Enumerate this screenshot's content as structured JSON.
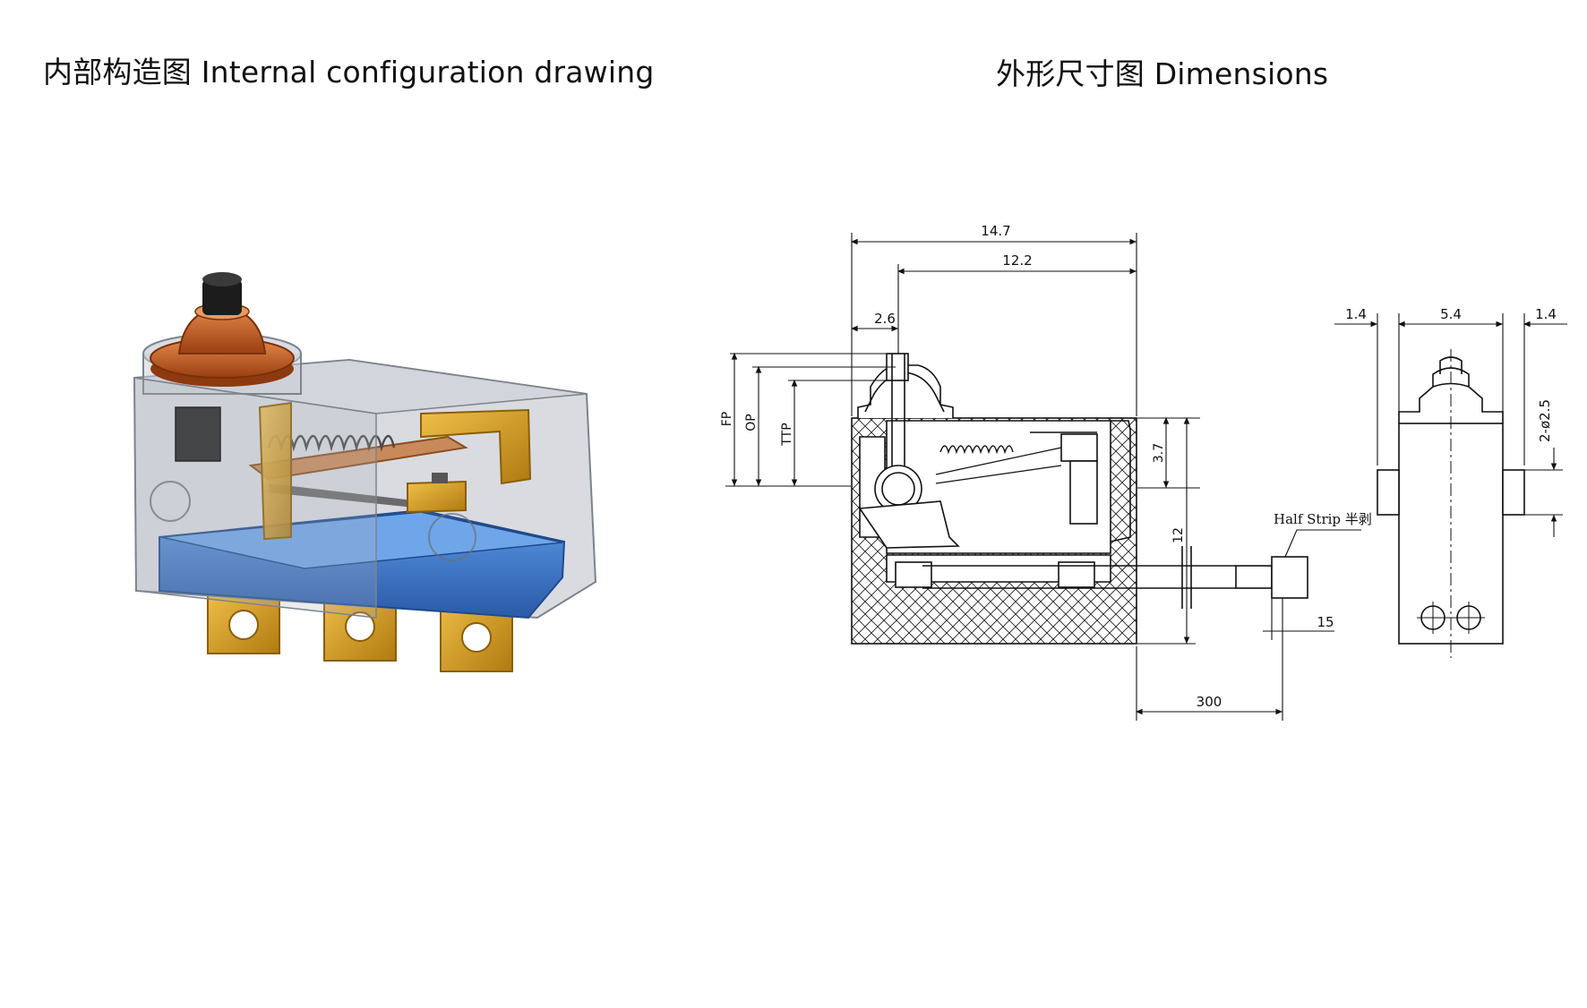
{
  "titles": {
    "left": "内部构造图 Internal configuration drawing",
    "right": "外形尺寸图 Dimensions"
  },
  "dimensions": {
    "overall_width": "14.7",
    "body_width": "12.2",
    "plunger_offset": "2.6",
    "fp": "FP",
    "op": "OP",
    "ttp": "TTP",
    "dim_3_7": "3.7",
    "height": "12",
    "lead_length": "300",
    "strip_length": "15",
    "half_strip": "Half Strip 半剥",
    "side_left": "1.4",
    "side_width": "5.4",
    "side_right": "1.4",
    "mount_holes": "2-ø2.5"
  },
  "colors": {
    "housing": "#9aa0a8",
    "base": "#3f7fd0",
    "terminal": "#d9a21f",
    "cap": "#c8642a",
    "plunger": "#1a1a1a"
  }
}
